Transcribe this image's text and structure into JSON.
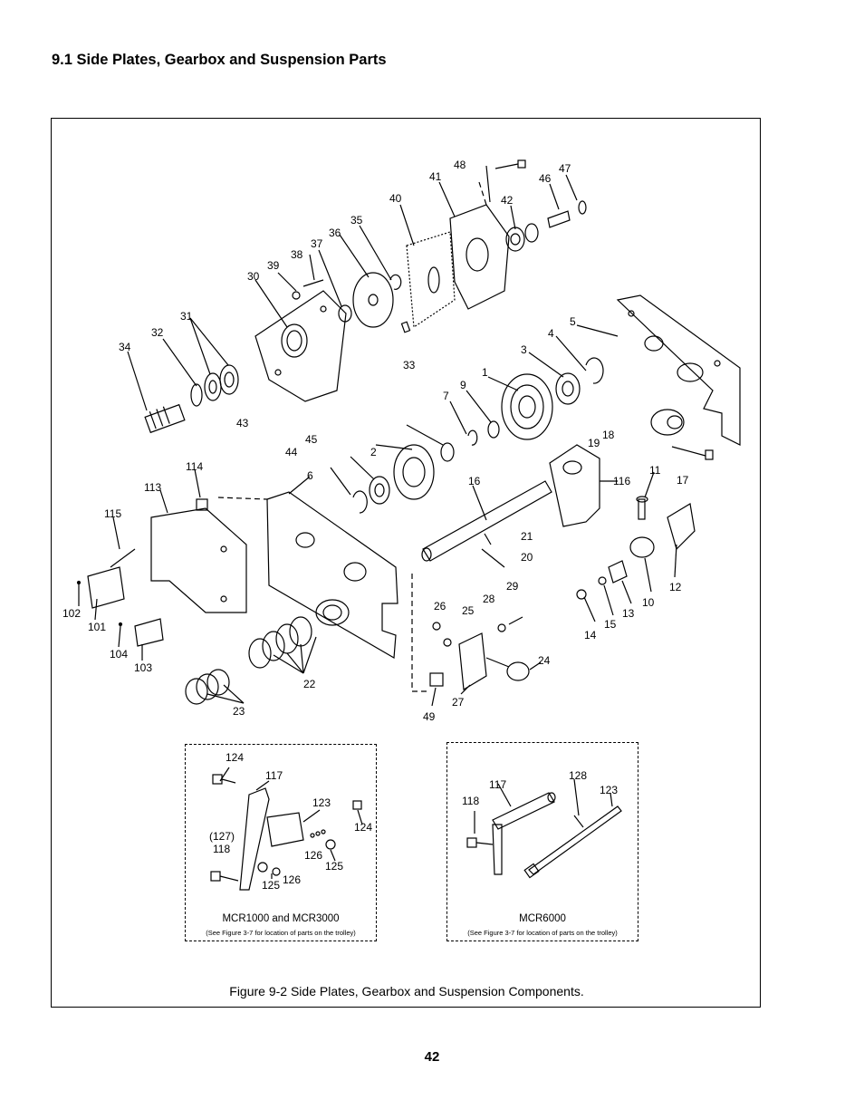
{
  "section_title": "9.1 Side Plates, Gearbox and Suspension Parts",
  "figure_caption": "Figure 9-2  Side Plates, Gearbox and Suspension Components.",
  "page_number": "42",
  "part_labels": [
    "48",
    "41",
    "47",
    "46",
    "40",
    "42",
    "35",
    "36",
    "37",
    "38",
    "39",
    "30",
    "31",
    "32",
    "34",
    "33",
    "5",
    "4",
    "3",
    "1",
    "9",
    "7",
    "45",
    "43",
    "44",
    "18",
    "19",
    "17",
    "116",
    "2",
    "16",
    "6",
    "114",
    "113",
    "115",
    "11",
    "21",
    "20",
    "12",
    "29",
    "28",
    "26",
    "25",
    "102",
    "101",
    "104",
    "103",
    "24",
    "10",
    "13",
    "15",
    "14",
    "22",
    "23",
    "27",
    "49"
  ],
  "inset_left": {
    "title": "MCR1000 and MCR3000",
    "note": "(See Figure 3-7 for location of parts on the trolley)",
    "labels": [
      "124",
      "117",
      "123",
      "124",
      "(127)",
      "118",
      "126",
      "125",
      "125",
      "126"
    ]
  },
  "inset_right": {
    "title": "MCR6000",
    "note": "(See Figure 3-7 for location of parts on the trolley)",
    "labels": [
      "117",
      "128",
      "123",
      "118"
    ]
  }
}
